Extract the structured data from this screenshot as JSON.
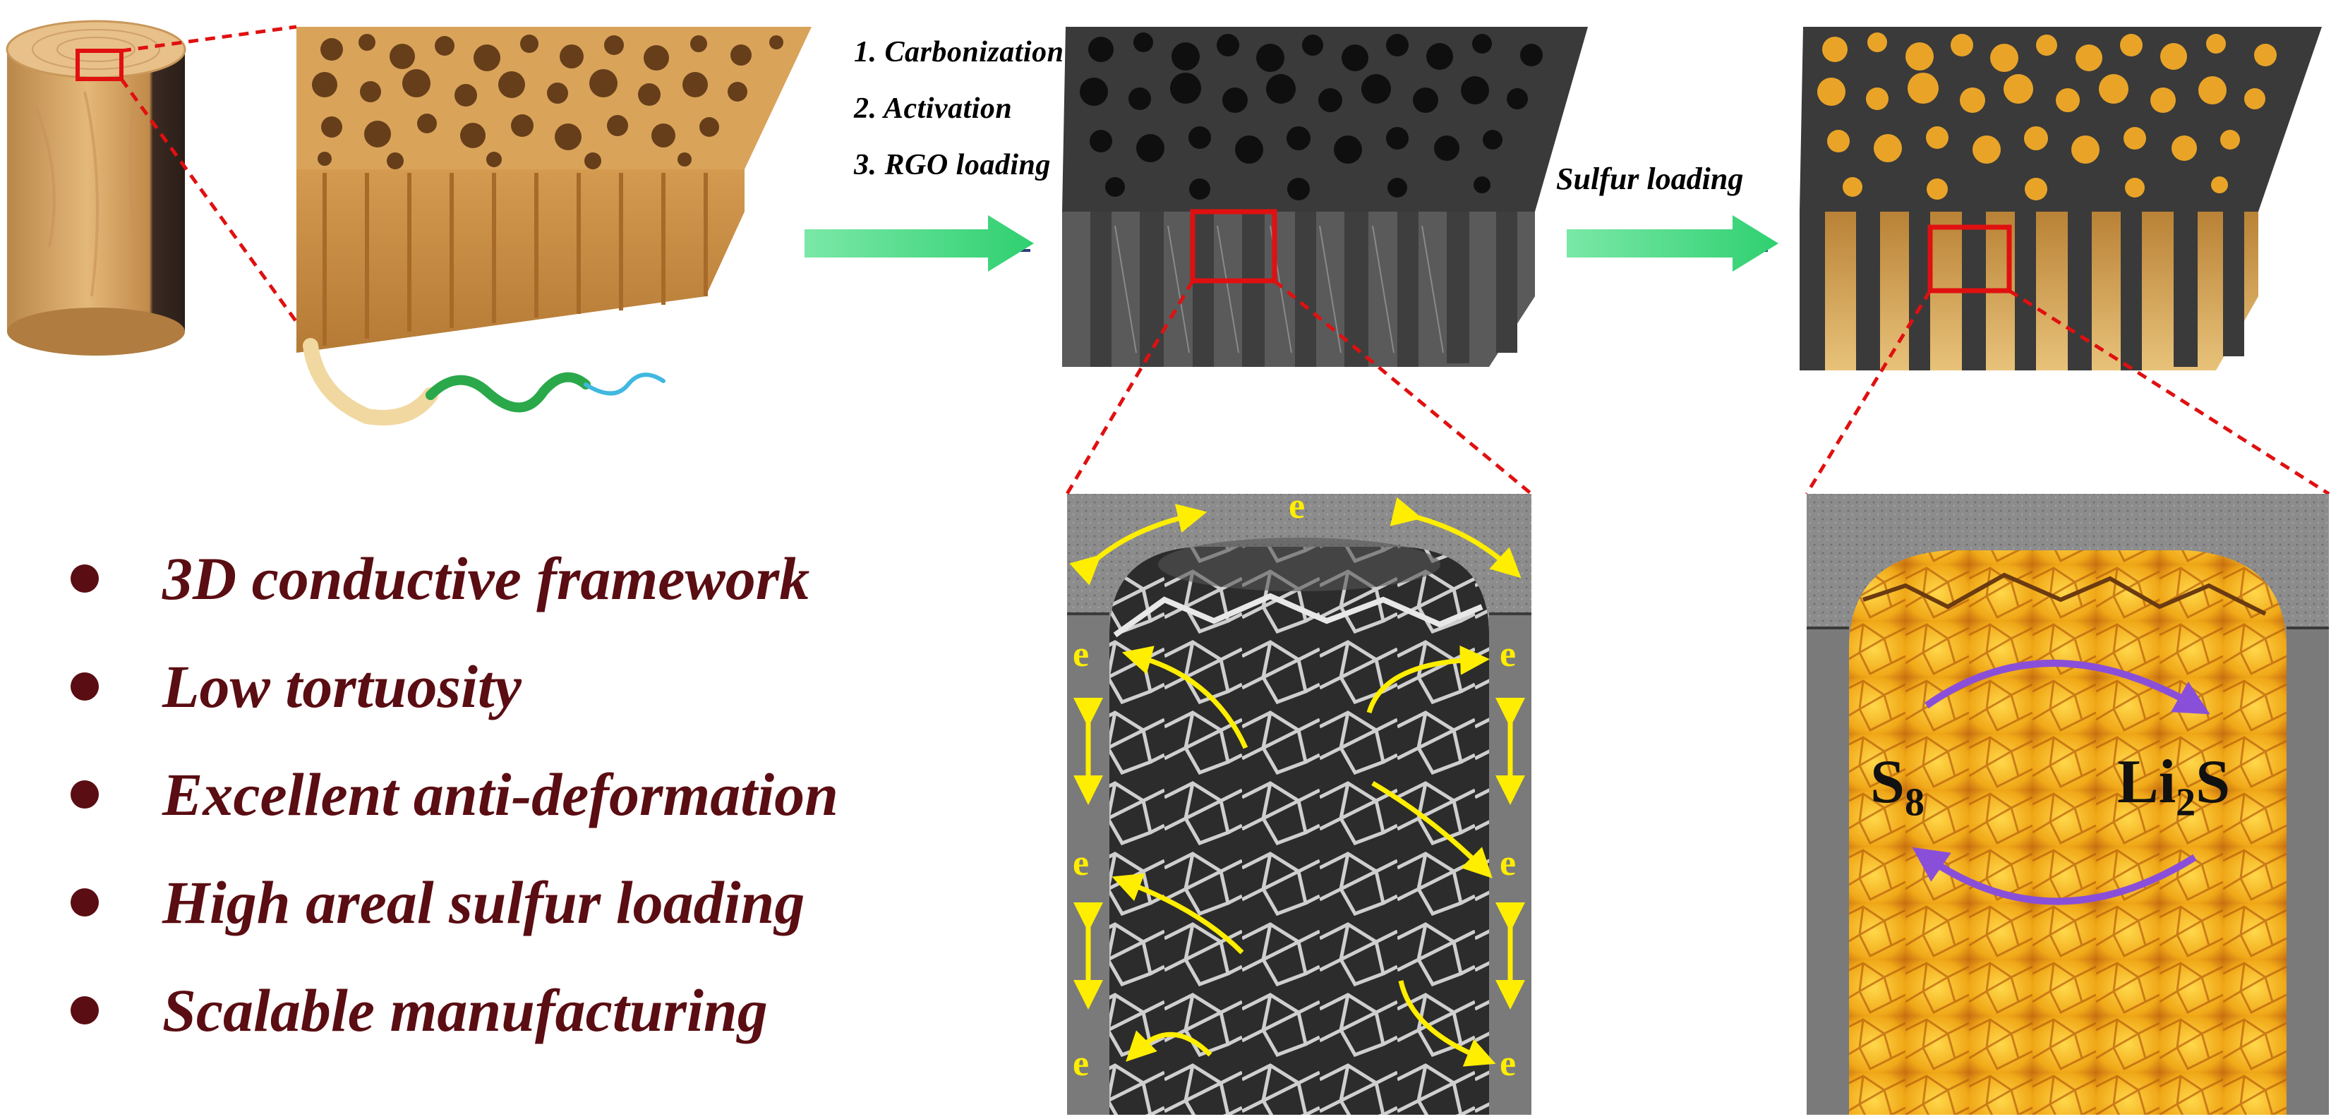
{
  "steps": [
    {
      "label": "1. Carbonization"
    },
    {
      "label": "2. Activation"
    },
    {
      "label": "3. RGO loading"
    }
  ],
  "sulfur_step": {
    "label": "Sulfur loading"
  },
  "features": [
    {
      "label": "3D conductive framework"
    },
    {
      "label": "Low tortuosity"
    },
    {
      "label": "Excellent anti-deformation"
    },
    {
      "label": "High areal sulfur loading"
    },
    {
      "label": "Scalable manufacturing"
    }
  ],
  "electron_label": "e",
  "chem": {
    "s8": "S",
    "s8_sub": "8",
    "li2s_a": "Li",
    "li2s_sub": "2",
    "li2s_b": "S"
  },
  "colors": {
    "wood": "#d9a35a",
    "carbon": "#555555",
    "sulfur": "#f0b020",
    "feature_text": "#5a0d12",
    "highlight": "#e01010",
    "arrow_green": "#3ddc7a",
    "electron": "#ffee00",
    "cycle": "#8a4fd8"
  }
}
